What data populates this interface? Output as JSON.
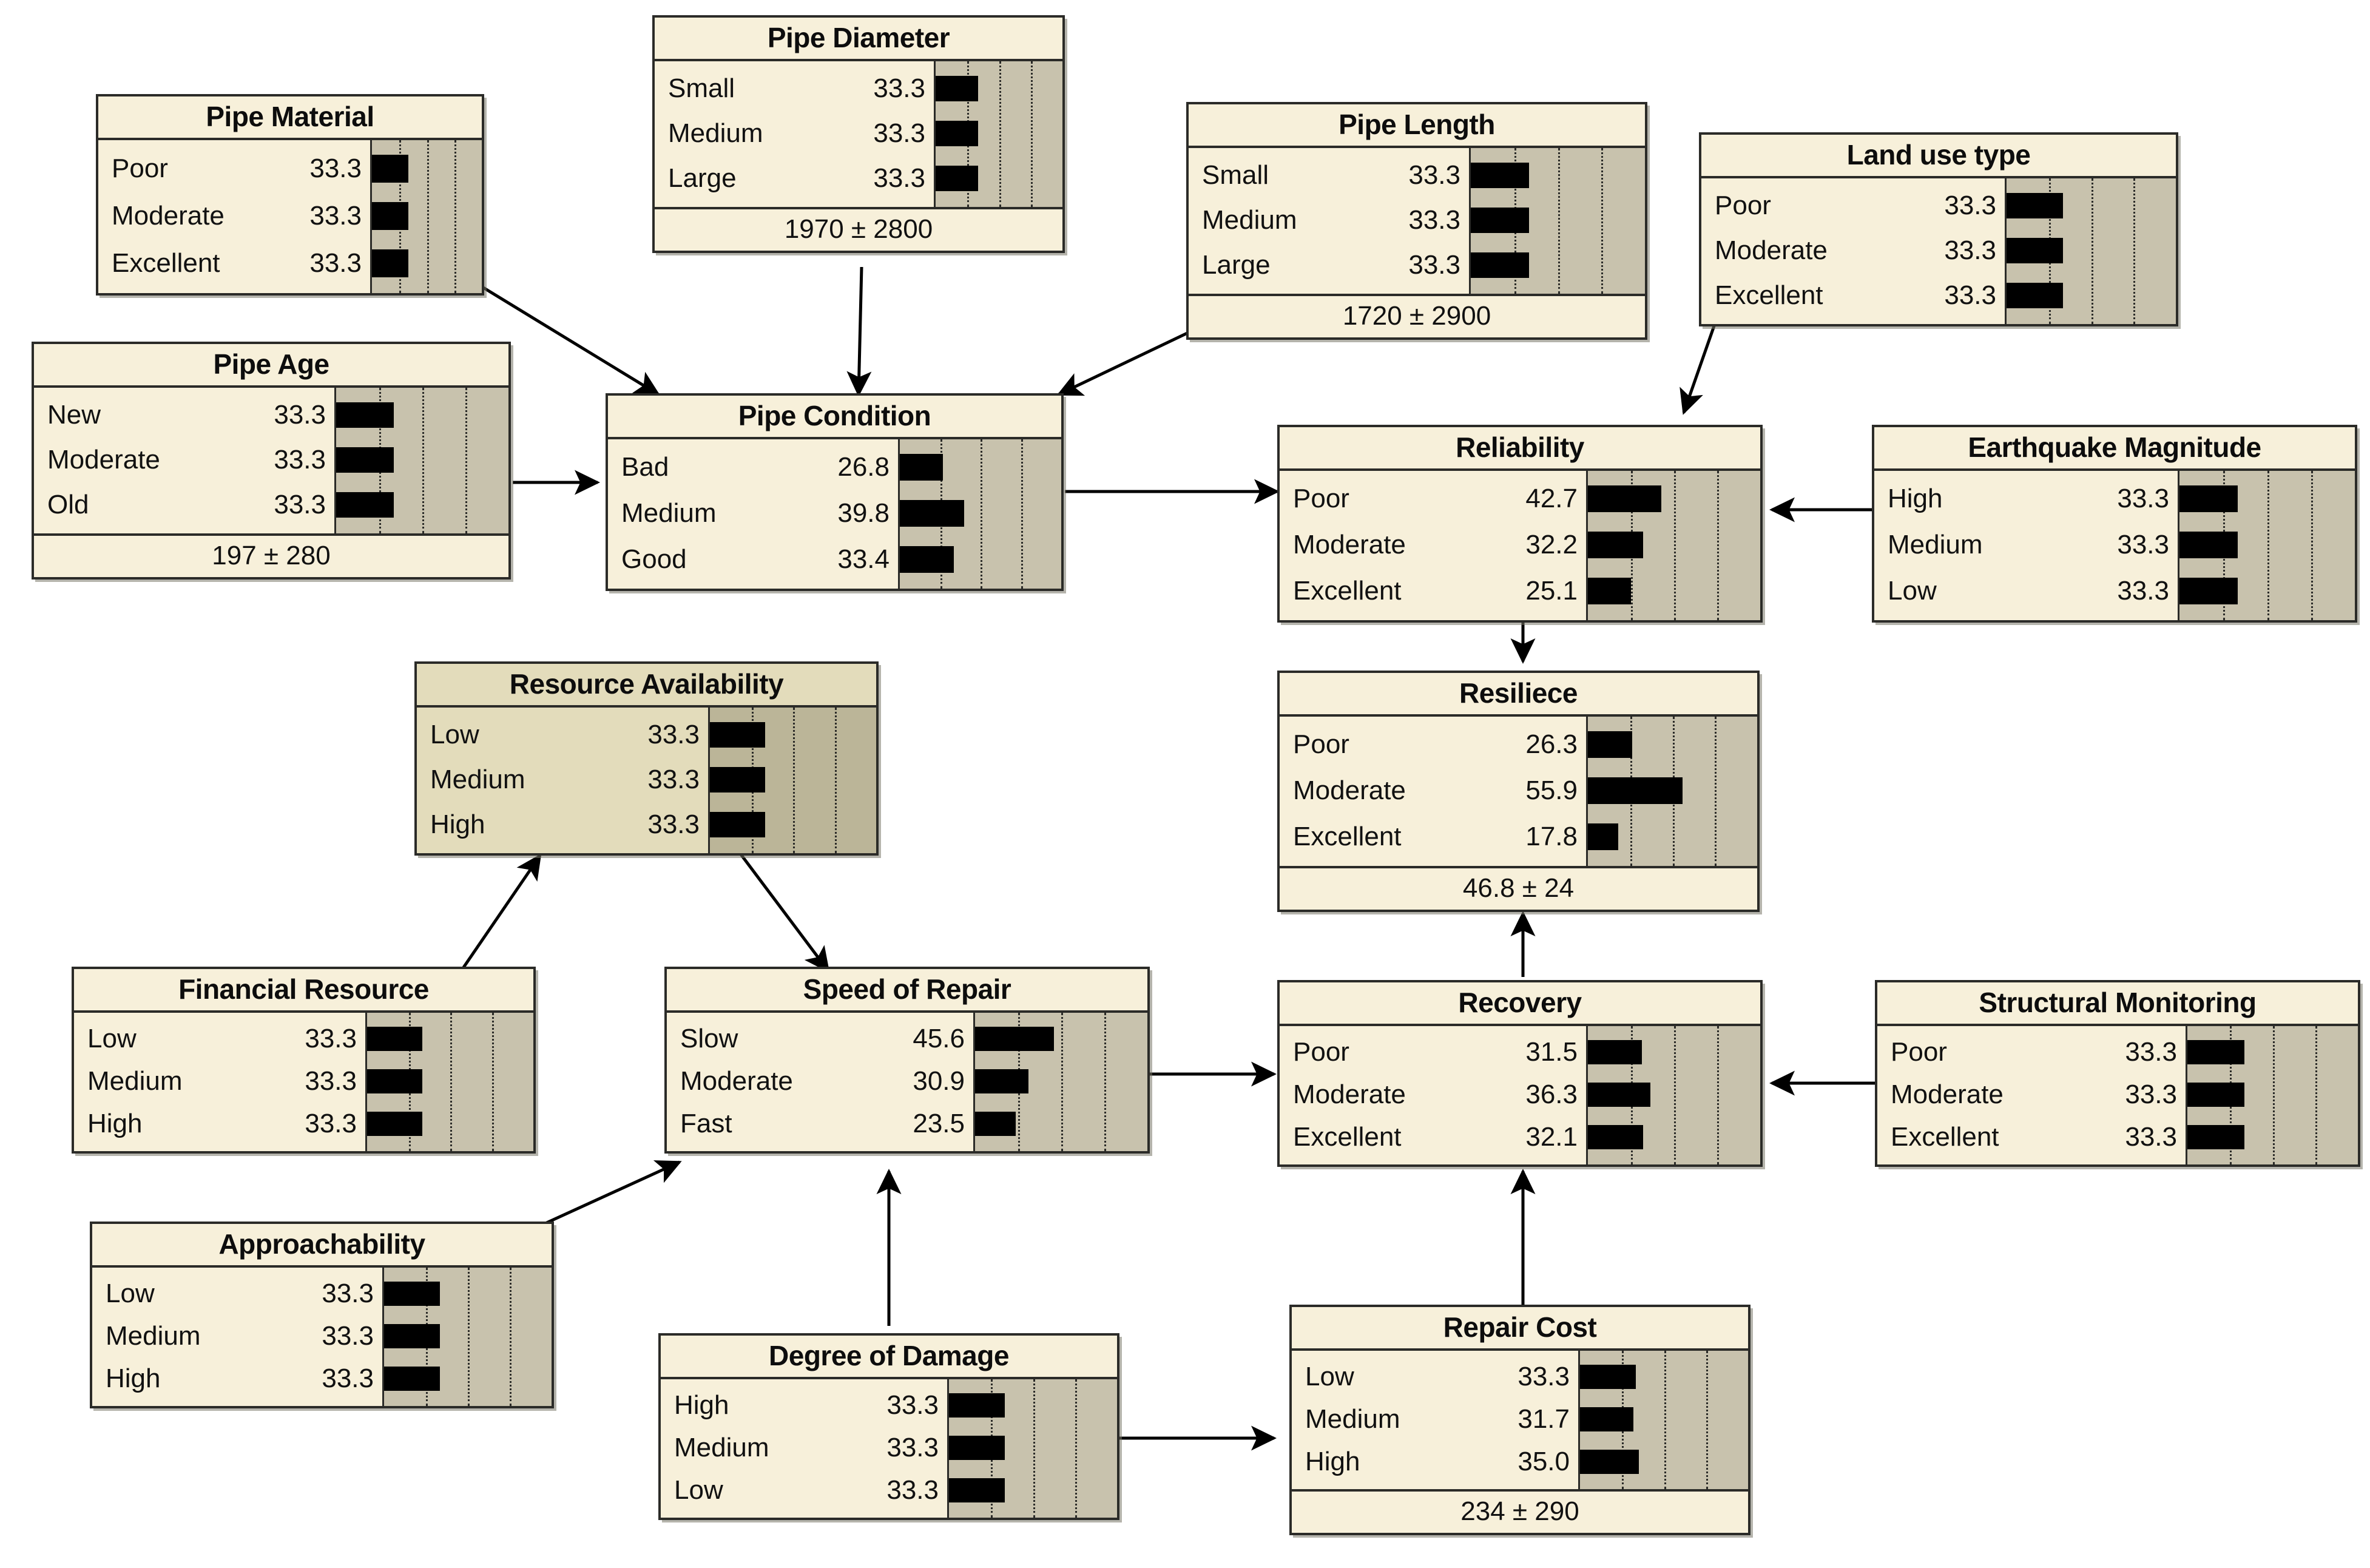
{
  "diagram": {
    "kind": "bayesian-network",
    "scale_ticks": 3,
    "colors": {
      "node_fill": "#f7f0da",
      "node_border": "#2b2b28",
      "bar_fill": "#000000",
      "bar_track": "#c8c2ad",
      "olive_fill": "#e3dcbb",
      "olive_track": "#bbb598",
      "edge": "#000000",
      "background": "#ffffff"
    }
  },
  "nodes": [
    {
      "id": "pipe_material",
      "title": "Pipe Material",
      "states": [
        "Poor",
        "Moderate",
        "Excellent"
      ],
      "values": [
        "33.3",
        "33.3",
        "33.3"
      ],
      "numeric": [
        33.3,
        33.3,
        33.3
      ],
      "mean": null
    },
    {
      "id": "pipe_diameter",
      "title": "Pipe Diameter",
      "states": [
        "Small",
        "Medium",
        "Large"
      ],
      "values": [
        "33.3",
        "33.3",
        "33.3"
      ],
      "numeric": [
        33.3,
        33.3,
        33.3
      ],
      "mean": "1970 ± 2800"
    },
    {
      "id": "pipe_length",
      "title": "Pipe Length",
      "states": [
        "Small",
        "Medium",
        "Large"
      ],
      "values": [
        "33.3",
        "33.3",
        "33.3"
      ],
      "numeric": [
        33.3,
        33.3,
        33.3
      ],
      "mean": "1720 ± 2900"
    },
    {
      "id": "land_use_type",
      "title": "Land use type",
      "states": [
        "Poor",
        "Moderate",
        "Excellent"
      ],
      "values": [
        "33.3",
        "33.3",
        "33.3"
      ],
      "numeric": [
        33.3,
        33.3,
        33.3
      ],
      "mean": null
    },
    {
      "id": "pipe_age",
      "title": "Pipe Age",
      "states": [
        "New",
        "Moderate",
        "Old"
      ],
      "values": [
        "33.3",
        "33.3",
        "33.3"
      ],
      "numeric": [
        33.3,
        33.3,
        33.3
      ],
      "mean": "197 ± 280"
    },
    {
      "id": "pipe_condition",
      "title": "Pipe Condition",
      "states": [
        "Bad",
        "Medium",
        "Good"
      ],
      "values": [
        "26.8",
        "39.8",
        "33.4"
      ],
      "numeric": [
        26.8,
        39.8,
        33.4
      ],
      "mean": null
    },
    {
      "id": "reliability",
      "title": "Reliability",
      "states": [
        "Poor",
        "Moderate",
        "Excellent"
      ],
      "values": [
        "42.7",
        "32.2",
        "25.1"
      ],
      "numeric": [
        42.7,
        32.2,
        25.1
      ],
      "mean": null
    },
    {
      "id": "earthquake_magnitude",
      "title": "Earthquake Magnitude",
      "states": [
        "High",
        "Medium",
        "Low"
      ],
      "values": [
        "33.3",
        "33.3",
        "33.3"
      ],
      "numeric": [
        33.3,
        33.3,
        33.3
      ],
      "mean": null
    },
    {
      "id": "resiliece",
      "title": "Resiliece",
      "states": [
        "Poor",
        "Moderate",
        "Excellent"
      ],
      "values": [
        "26.3",
        "55.9",
        "17.8"
      ],
      "numeric": [
        26.3,
        55.9,
        17.8
      ],
      "mean": "46.8 ± 24"
    },
    {
      "id": "resource_availability",
      "title": "Resource Availability",
      "states": [
        "Low",
        "Medium",
        "High"
      ],
      "values": [
        "33.3",
        "33.3",
        "33.3"
      ],
      "numeric": [
        33.3,
        33.3,
        33.3
      ],
      "mean": null
    },
    {
      "id": "financial_resource",
      "title": "Financial Resource",
      "states": [
        "Low",
        "Medium",
        "High"
      ],
      "values": [
        "33.3",
        "33.3",
        "33.3"
      ],
      "numeric": [
        33.3,
        33.3,
        33.3
      ],
      "mean": null
    },
    {
      "id": "speed_of_repair",
      "title": "Speed of Repair",
      "states": [
        "Slow",
        "Moderate",
        "Fast"
      ],
      "values": [
        "45.6",
        "30.9",
        "23.5"
      ],
      "numeric": [
        45.6,
        30.9,
        23.5
      ],
      "mean": null
    },
    {
      "id": "recovery",
      "title": "Recovery",
      "states": [
        "Poor",
        "Moderate",
        "Excellent"
      ],
      "values": [
        "31.5",
        "36.3",
        "32.1"
      ],
      "numeric": [
        31.5,
        36.3,
        32.1
      ],
      "mean": null
    },
    {
      "id": "structural_monitoring",
      "title": "Structural Monitoring",
      "states": [
        "Poor",
        "Moderate",
        "Excellent"
      ],
      "values": [
        "33.3",
        "33.3",
        "33.3"
      ],
      "numeric": [
        33.3,
        33.3,
        33.3
      ],
      "mean": null
    },
    {
      "id": "approachability",
      "title": "Approachability",
      "states": [
        "Low",
        "Medium",
        "High"
      ],
      "values": [
        "33.3",
        "33.3",
        "33.3"
      ],
      "numeric": [
        33.3,
        33.3,
        33.3
      ],
      "mean": null
    },
    {
      "id": "degree_of_damage",
      "title": "Degree of Damage",
      "states": [
        "High",
        "Medium",
        "Low"
      ],
      "values": [
        "33.3",
        "33.3",
        "33.3"
      ],
      "numeric": [
        33.3,
        33.3,
        33.3
      ],
      "mean": null
    },
    {
      "id": "repair_cost",
      "title": "Repair Cost",
      "states": [
        "Low",
        "Medium",
        "High"
      ],
      "values": [
        "33.3",
        "31.7",
        "35.0"
      ],
      "numeric": [
        33.3,
        31.7,
        35.0
      ],
      "mean": "234 ± 290"
    }
  ],
  "edges": [
    {
      "from": "pipe_material",
      "to": "pipe_condition"
    },
    {
      "from": "pipe_diameter",
      "to": "pipe_condition"
    },
    {
      "from": "pipe_length",
      "to": "pipe_condition"
    },
    {
      "from": "pipe_age",
      "to": "pipe_condition"
    },
    {
      "from": "pipe_condition",
      "to": "reliability"
    },
    {
      "from": "land_use_type",
      "to": "reliability"
    },
    {
      "from": "earthquake_magnitude",
      "to": "reliability"
    },
    {
      "from": "reliability",
      "to": "resiliece"
    },
    {
      "from": "recovery",
      "to": "resiliece"
    },
    {
      "from": "speed_of_repair",
      "to": "recovery"
    },
    {
      "from": "structural_monitoring",
      "to": "recovery"
    },
    {
      "from": "repair_cost",
      "to": "recovery"
    },
    {
      "from": "financial_resource",
      "to": "resource_availability"
    },
    {
      "from": "resource_availability",
      "to": "speed_of_repair"
    },
    {
      "from": "approachability",
      "to": "speed_of_repair"
    },
    {
      "from": "degree_of_damage",
      "to": "speed_of_repair"
    },
    {
      "from": "degree_of_damage",
      "to": "repair_cost"
    }
  ]
}
